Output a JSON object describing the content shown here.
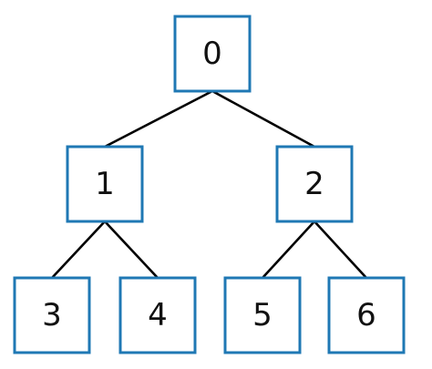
{
  "colors": {
    "node_border": "#1f78b4",
    "edge": "#000000",
    "text": "#111111",
    "background": "#ffffff"
  },
  "nodes": [
    {
      "id": "0",
      "label": "0"
    },
    {
      "id": "1",
      "label": "1"
    },
    {
      "id": "2",
      "label": "2"
    },
    {
      "id": "3",
      "label": "3"
    },
    {
      "id": "4",
      "label": "4"
    },
    {
      "id": "5",
      "label": "5"
    },
    {
      "id": "6",
      "label": "6"
    }
  ],
  "edges": [
    {
      "from": "0",
      "to": "1"
    },
    {
      "from": "0",
      "to": "2"
    },
    {
      "from": "1",
      "to": "3"
    },
    {
      "from": "1",
      "to": "4"
    },
    {
      "from": "2",
      "to": "5"
    },
    {
      "from": "2",
      "to": "6"
    }
  ]
}
